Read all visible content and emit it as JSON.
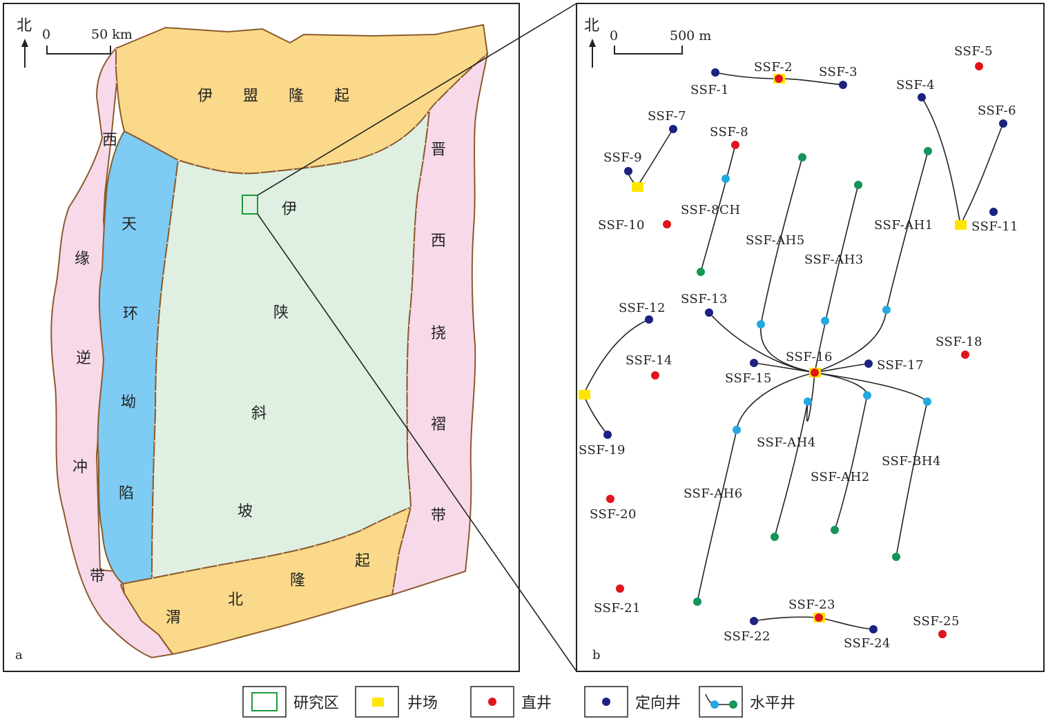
{
  "colors": {
    "yimeng_uplift": "#fbd98a",
    "weibei_uplift": "#fbd98a",
    "tianhuan_depression": "#7ecbf3",
    "yishan_slope": "#dff0e3",
    "thrust_belt": "#f8d9ea",
    "jinxi_fold": "#f8d9ea",
    "boundary": "#8b5a2b",
    "study_area": "#1a9a3a",
    "vertical_well": "#e1141b",
    "directional_well": "#1c2280",
    "horizontal_mid": "#23a9e1",
    "horizontal_end": "#14955a",
    "well_pad": "#ffe600"
  },
  "panel_a": {
    "tag": "a",
    "north": "北",
    "scale": {
      "zero": "0",
      "end": "50 km"
    },
    "regions": {
      "yimeng": [
        "伊",
        "盟",
        "隆",
        "起"
      ],
      "west_thrust": [
        "西",
        "缘",
        "逆",
        "冲",
        "带"
      ],
      "tianhuan": [
        "天",
        "环",
        "坳",
        "陷"
      ],
      "yishan": [
        "伊",
        "陕",
        "斜",
        "坡"
      ],
      "jinxi": [
        "晋",
        "西",
        "挠",
        "褶",
        "带"
      ],
      "weibei": [
        "渭",
        "北",
        "隆",
        "起"
      ]
    }
  },
  "panel_b": {
    "tag": "b",
    "north": "北",
    "scale": {
      "zero": "0",
      "end": "500 m"
    },
    "vertical_wells": [
      "SSF-5",
      "SSF-8",
      "SSF-10",
      "SSF-14",
      "SSF-18",
      "SSF-20",
      "SSF-21",
      "SSF-25"
    ],
    "directional_wells": [
      "SSF-1",
      "SSF-3",
      "SSF-4",
      "SSF-6",
      "SSF-7",
      "SSF-9",
      "SSF-11",
      "SSF-12",
      "SSF-13",
      "SSF-15",
      "SSF-17",
      "SSF-19",
      "SSF-22",
      "SSF-24"
    ],
    "pad_wells": [
      "SSF-2",
      "SSF-16",
      "SSF-23"
    ],
    "horizontal_wells": [
      "SSF-8CH",
      "SSF-AH1",
      "SSF-AH2",
      "SSF-AH3",
      "SSF-AH4",
      "SSF-AH5",
      "SSF-AH6",
      "SSF-BH4"
    ]
  },
  "legend": {
    "study_area": "研究区",
    "well_pad": "井场",
    "vertical_well": "直井",
    "directional_well": "定向井",
    "horizontal_well": "水平井"
  }
}
